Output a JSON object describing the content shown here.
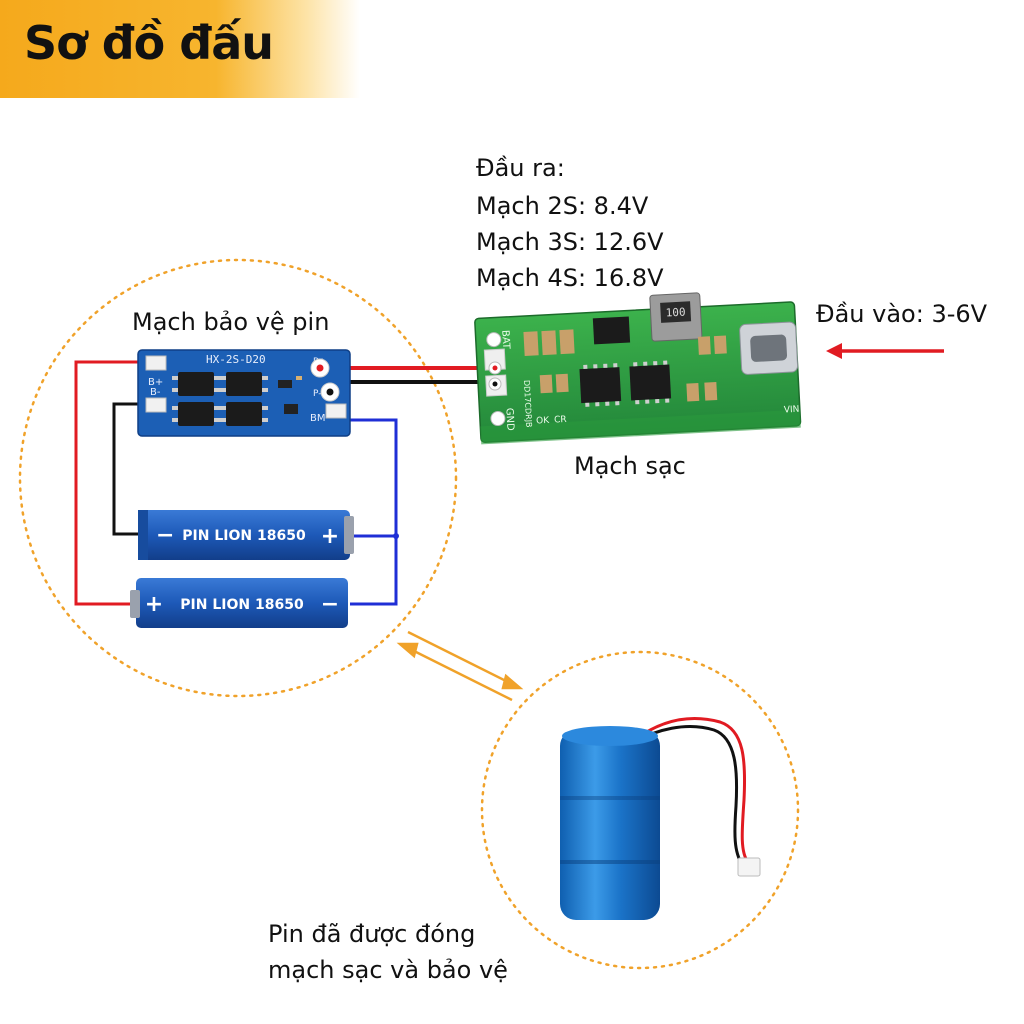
{
  "title": "Sơ đồ đấu",
  "output": {
    "heading": "Đầu ra:",
    "lines": [
      "Mạch 2S: 8.4V",
      "Mạch 3S: 12.6V",
      "Mạch 4S: 16.8V"
    ]
  },
  "input_label": "Đầu vào: 3-6V",
  "charger_label": "Mạch sạc",
  "protection_label": "Mạch bảo vệ pin",
  "protection_board": {
    "model": "HX-2S-D20",
    "pad_b_plus": "B+",
    "pad_b_minus": "B-",
    "pad_bm": "BM",
    "pad_p_plus": "P+",
    "pad_p_minus": "P-"
  },
  "charger_board": {
    "bat": "BAT",
    "gnd": "GND",
    "inductor": "100",
    "ok": "OK",
    "cr": "CR",
    "vin": "VIN",
    "side_text": "DD17CDRJB"
  },
  "cells": [
    {
      "label": "PIN LION 18650",
      "left_sign": "−",
      "right_sign": "+"
    },
    {
      "label": "PIN LION 18650",
      "left_sign": "+",
      "right_sign": "−"
    }
  ],
  "battery_pack_label": [
    "Pin đã được đóng",
    "mạch sạc và bảo vệ"
  ],
  "colors": {
    "accent": "#f5a91c",
    "wire_red": "#e11b22",
    "wire_black": "#111111",
    "wire_blue": "#1f2fd6",
    "pcb_blue": "#1c5fb5",
    "pcb_green": "#2e9e3e",
    "cell_blue": "#1d59b8"
  }
}
